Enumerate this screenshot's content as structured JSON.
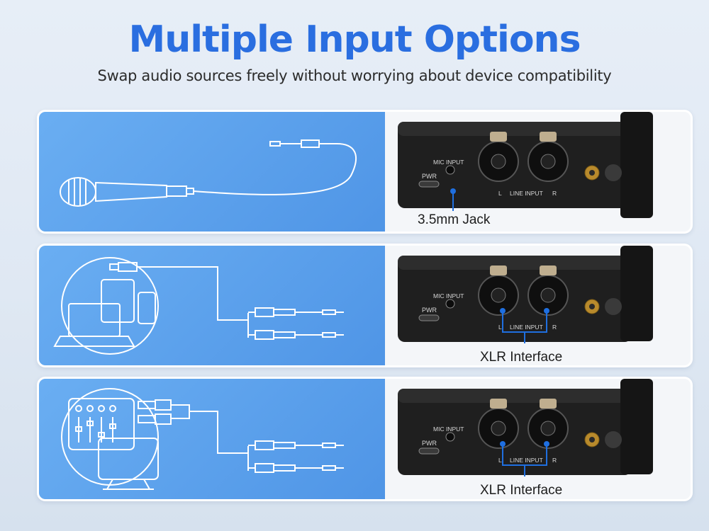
{
  "header": {
    "title": "Multiple Input Options",
    "subtitle": "Swap audio sources freely without worrying about device compatibility"
  },
  "device_labels": {
    "mic_input": "MIC INPUT",
    "pwr": "PWR",
    "line_input": "LINE INPUT",
    "left": "L",
    "right": "R"
  },
  "rows": [
    {
      "source": "microphone",
      "callout": "3.5mm Jack"
    },
    {
      "source": "computer-devices",
      "callout": "XLR Interface"
    },
    {
      "source": "mixer-monitor",
      "callout": "XLR Interface"
    }
  ],
  "colors": {
    "accent": "#2a6ee0",
    "panel_blue": "#5a9eec",
    "callout_blue": "#1f6fe0"
  }
}
